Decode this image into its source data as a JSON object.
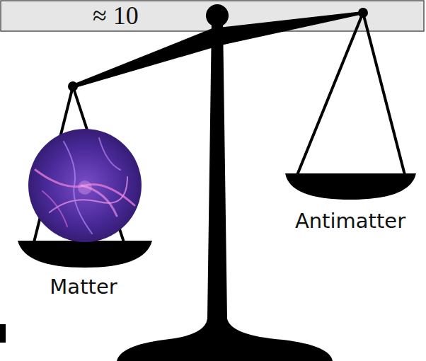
{
  "diagram": {
    "nodes": [
      {
        "text": [
          "≈ 10"
        ]
      }
    ],
    "labels": [
      "Matter",
      "Antimatter"
    ]
  }
}
